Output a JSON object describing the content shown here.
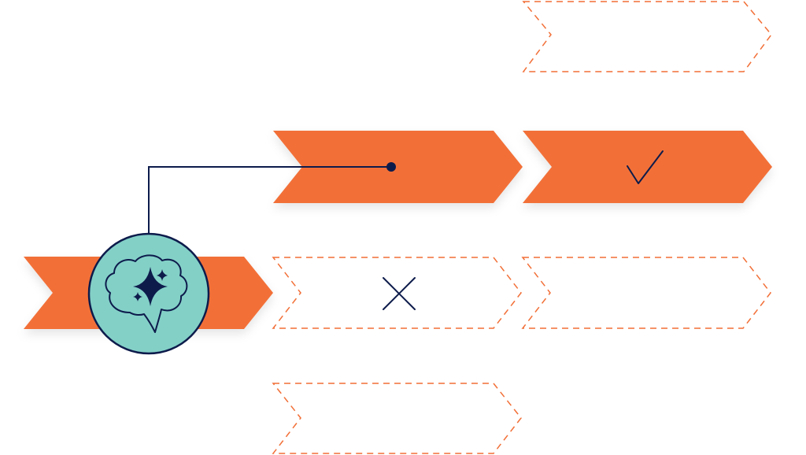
{
  "diagram": {
    "colors": {
      "orange": "#F26F37",
      "navy": "#0D1B4B",
      "teal": "#83D0C7",
      "background": "#FFFFFF"
    },
    "steps": [
      {
        "id": "start",
        "style": "solid",
        "marker": "none"
      },
      {
        "id": "option-top",
        "style": "dashed",
        "marker": "none"
      },
      {
        "id": "chosen",
        "style": "solid",
        "marker": "dot"
      },
      {
        "id": "accepted",
        "style": "solid",
        "marker": "check-icon"
      },
      {
        "id": "rejected",
        "style": "dashed",
        "marker": "x-icon"
      },
      {
        "id": "option-right",
        "style": "dashed",
        "marker": "none"
      },
      {
        "id": "option-bottom",
        "style": "dashed",
        "marker": "none"
      }
    ],
    "badge": {
      "icon": "thought-bubble-sparkle-icon"
    }
  }
}
